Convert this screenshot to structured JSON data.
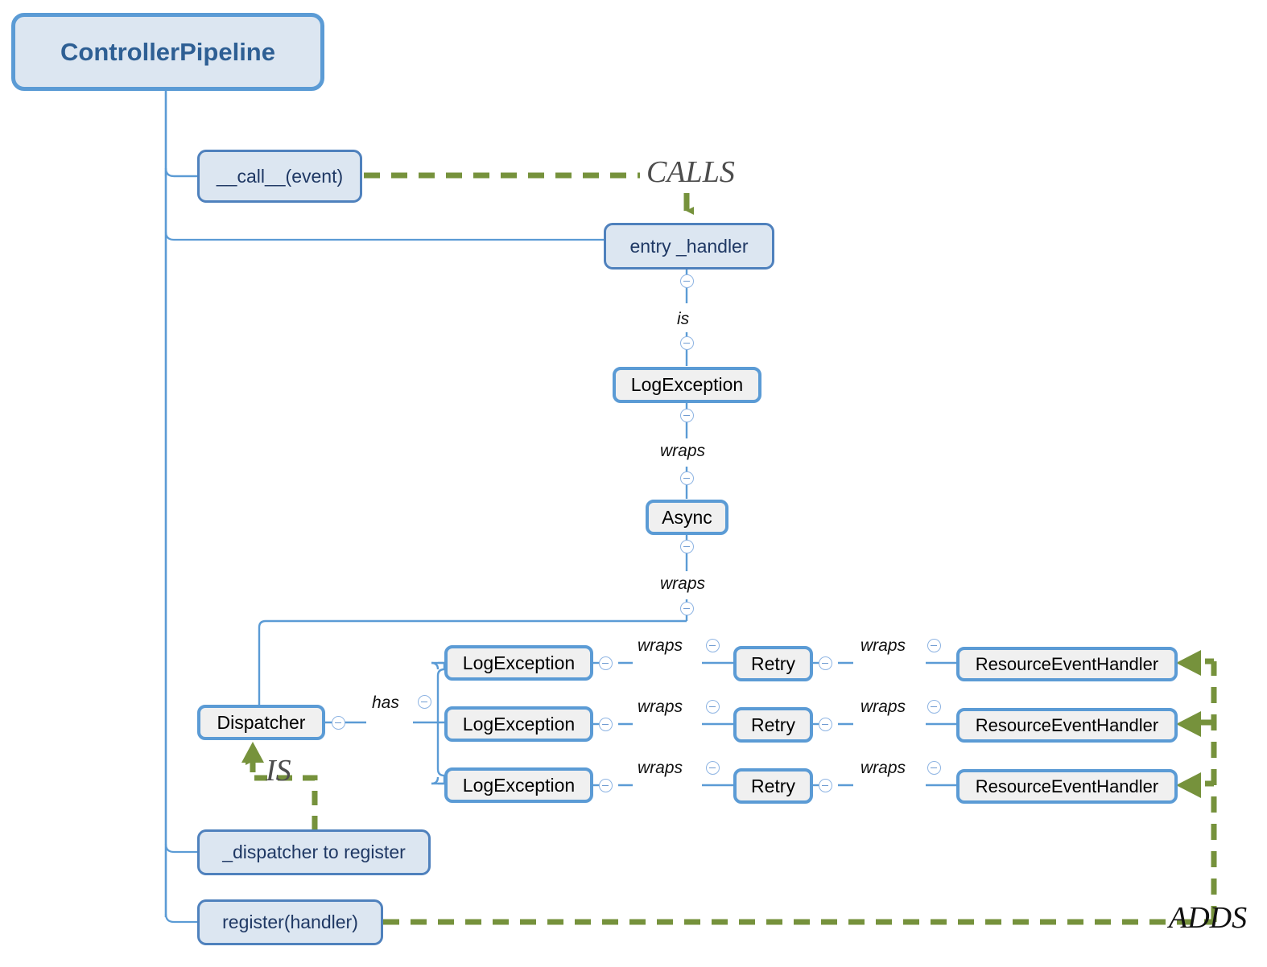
{
  "diagram": {
    "type": "mindmap-architecture",
    "title": "ControllerPipeline",
    "palette": {
      "root_fill": "#dce6f1",
      "root_border": "#5b9bd5",
      "root_text": "#2e5f94",
      "blue_fill": "#dce6f1",
      "blue_border": "#4f81bd",
      "blue_text": "#1f3864",
      "gray_fill": "#f0f0f0",
      "gray_border": "#5b9bd5",
      "gray_text": "#000000",
      "connector_blue": "#5b9bd5",
      "relation_green": "#76923c",
      "label_gray": "#4d4d4d"
    },
    "nodes": {
      "root": {
        "label": "ControllerPipeline"
      },
      "call_event": {
        "label": "__call__(event)"
      },
      "entry_handler": {
        "label": "entry _handler"
      },
      "log_exception_main": {
        "label": "LogException"
      },
      "async_node": {
        "label": "Async"
      },
      "dispatcher": {
        "label": "Dispatcher"
      },
      "dispatcher_to_register": {
        "label": "_dispatcher to register"
      },
      "register_handler": {
        "label": "register(handler)"
      },
      "log_exception_rows": [
        {
          "label": "LogException"
        },
        {
          "label": "LogException"
        },
        {
          "label": "LogException"
        }
      ],
      "retry_rows": [
        {
          "label": "Retry"
        },
        {
          "label": "Retry"
        },
        {
          "label": "Retry"
        }
      ],
      "resource_handler_rows": [
        {
          "label": "ResourceEventHandler"
        },
        {
          "label": "ResourceEventHandler"
        },
        {
          "label": "ResourceEventHandler"
        }
      ]
    },
    "relations": {
      "is_entry_to_log": "is",
      "wraps_log_to_async": "wraps",
      "wraps_async_to_dispatcher": "wraps",
      "has_dispatcher": "has",
      "wraps_log_to_retry": [
        "wraps",
        "wraps",
        "wraps"
      ],
      "wraps_retry_to_resource": [
        "wraps",
        "wraps",
        "wraps"
      ]
    },
    "green_relations": {
      "calls": "CALLS",
      "is": "IS",
      "adds": "ADDS"
    }
  }
}
